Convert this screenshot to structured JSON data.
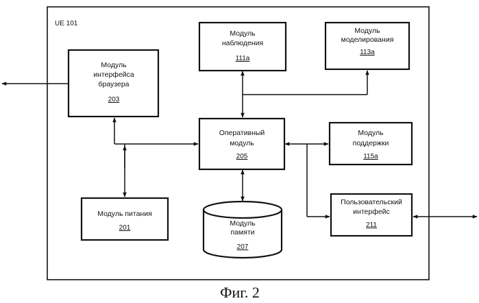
{
  "container": {
    "label": "UE 101"
  },
  "modules": {
    "monitoring": {
      "lines": [
        "Модуль",
        "наблюдения"
      ],
      "ref": "111a"
    },
    "modeling": {
      "lines": [
        "Модуль",
        "моделирования"
      ],
      "ref": "113a"
    },
    "browser": {
      "lines": [
        "Модуль",
        "интерфейса",
        "браузера"
      ],
      "ref": "203"
    },
    "operational": {
      "lines": [
        "Оперативный",
        "модуль"
      ],
      "ref": "205"
    },
    "support": {
      "lines": [
        "Модуль",
        "поддержки"
      ],
      "ref": "115a"
    },
    "power": {
      "lines": [
        "Модуль питания"
      ],
      "ref": "201"
    },
    "memory": {
      "lines": [
        "Модуль",
        "памяти"
      ],
      "ref": "207"
    },
    "ui": {
      "lines": [
        "Пользовательский",
        "интерфейс"
      ],
      "ref": "211"
    }
  },
  "caption": "Фиг. 2"
}
